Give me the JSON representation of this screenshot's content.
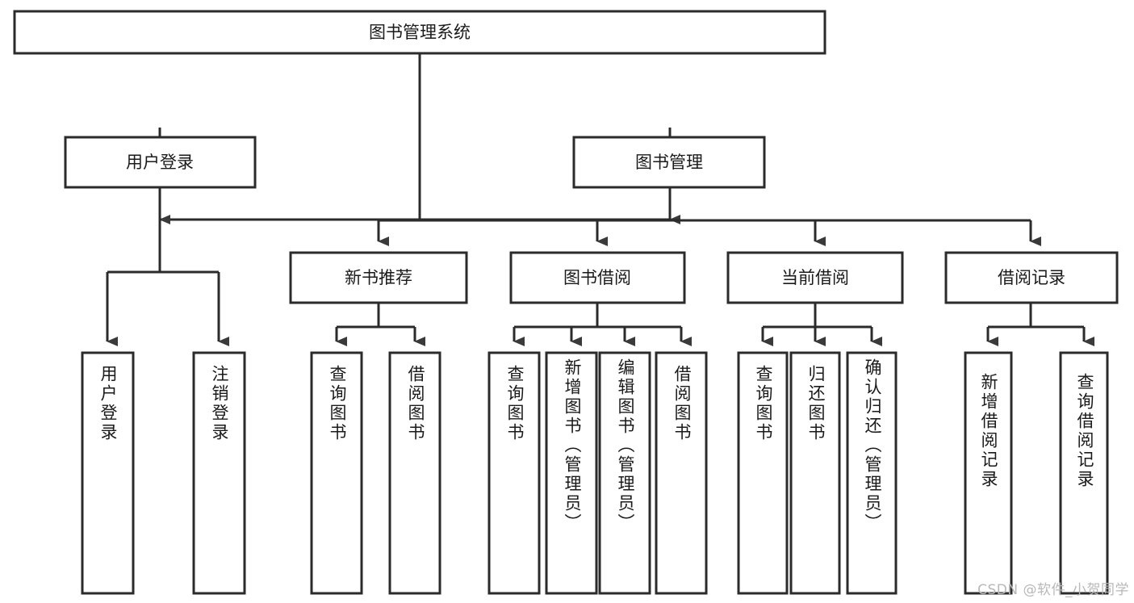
{
  "diagram": {
    "title": "图书管理系统",
    "type": "tree-hierarchy-diagram",
    "orientation": "top-down",
    "colors": {
      "box_stroke": "#2b2b2b",
      "box_fill": "#ffffff",
      "connector": "#2b2b2b",
      "text": "#1a1a1a",
      "watermark": "#b8b8b8"
    },
    "root": {
      "label": "图书管理系统"
    },
    "level2": [
      {
        "label": "用户登录"
      },
      {
        "label": "图书管理"
      }
    ],
    "level3": [
      {
        "label": "新书推荐"
      },
      {
        "label": "图书借阅"
      },
      {
        "label": "当前借阅"
      },
      {
        "label": "借阅记录"
      }
    ],
    "leaves": {
      "user_login": [
        {
          "label": "用户登录"
        },
        {
          "label": "注销登录"
        }
      ],
      "new_book_recommend": [
        {
          "label": "查询图书"
        },
        {
          "label": "借阅图书"
        }
      ],
      "book_borrow": [
        {
          "label": "查询图书"
        },
        {
          "label": "新增图书（管理员）"
        },
        {
          "label": "编辑图书（管理员）"
        },
        {
          "label": "借阅图书"
        }
      ],
      "current_borrow": [
        {
          "label": "查询图书"
        },
        {
          "label": "归还图书"
        },
        {
          "label": "确认归还（管理员）"
        }
      ],
      "borrow_record": [
        {
          "label": "新增借阅记录"
        },
        {
          "label": "查询借阅记录"
        }
      ]
    }
  },
  "watermark": {
    "text": "CSDN @软件_小贺同学"
  }
}
